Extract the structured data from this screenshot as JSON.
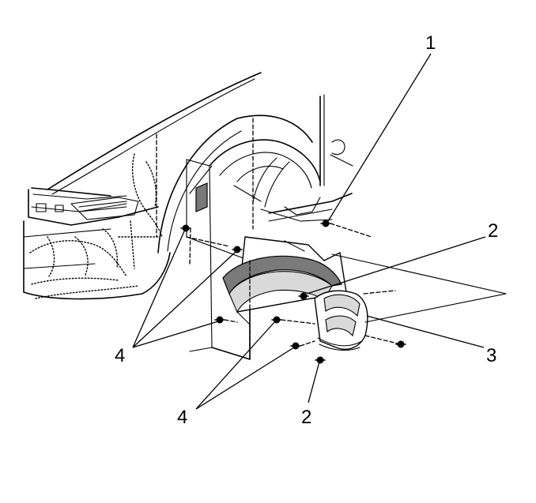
{
  "callouts": {
    "c1": "1",
    "c2_top": "2",
    "c2_bottom": "2",
    "c3": "3",
    "c4_left": "4",
    "c4_bottom": "4"
  }
}
